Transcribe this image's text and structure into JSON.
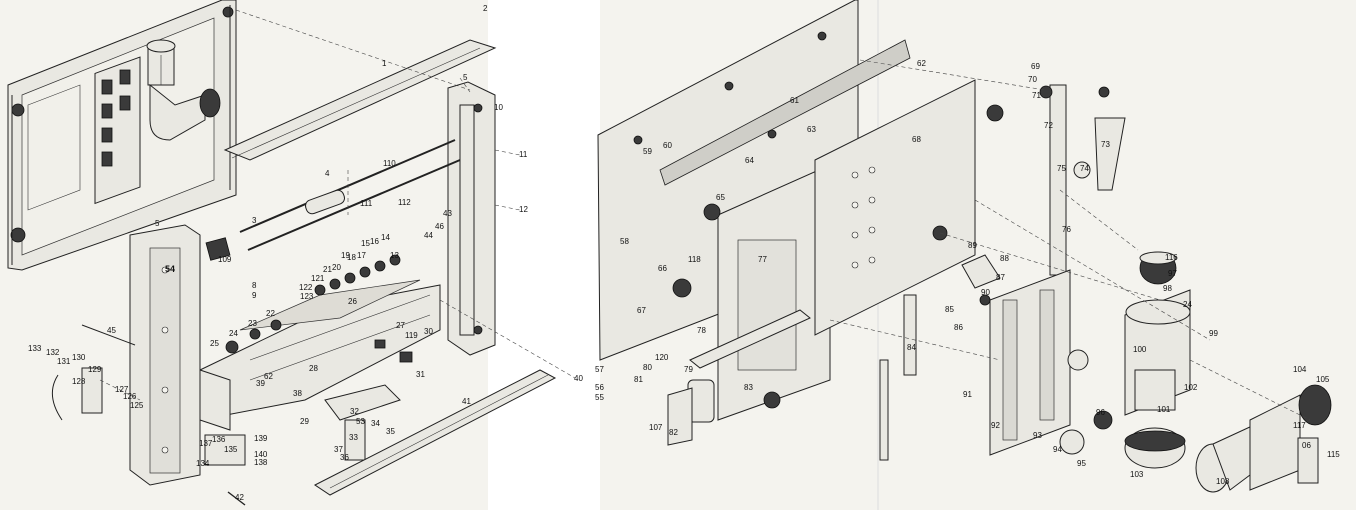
{
  "page": {
    "gutter_color": "#ffffff",
    "paper_color": "#f4f3ee",
    "ink_color": "#111111"
  },
  "left_panel": {
    "labels": {
      "l1": "1",
      "l2": "2",
      "l5a": "5",
      "l10": "10",
      "l11": "11",
      "l12": "12",
      "l110": "110",
      "l111": "111",
      "l112": "112",
      "l4": "4",
      "l5b": "5",
      "l54": "54",
      "l109": "109",
      "l3": "3",
      "l8": "8",
      "l9": "9",
      "l43": "43",
      "l46": "46",
      "l44": "44",
      "l13": "13",
      "l14": "14",
      "l15": "15",
      "l16": "16",
      "l17": "17",
      "l18": "18",
      "l19": "19",
      "l20": "20",
      "l21": "21",
      "l121": "121",
      "l122": "122",
      "l123": "123",
      "l26": "26",
      "l22": "22",
      "l23": "23",
      "l24": "24",
      "l25": "25",
      "l27": "27",
      "l119": "119",
      "l30": "30",
      "l31": "31",
      "l45": "45",
      "l133": "133",
      "l132": "132",
      "l131": "131",
      "l130": "130",
      "l129": "129",
      "l128": "128",
      "l127": "127",
      "l126": "126",
      "l125": "125",
      "l39": "39",
      "l62": "62",
      "l38": "38",
      "l28": "28",
      "l29": "29",
      "l137": "137",
      "l136": "136",
      "l135": "135",
      "l134": "134",
      "l139": "139",
      "l140": "140",
      "l138": "138",
      "l32": "32",
      "l53": "53",
      "l34": "34",
      "l35": "35",
      "l33": "33",
      "l37": "37",
      "l36": "36",
      "l41": "41",
      "l40": "40",
      "l42": "42"
    }
  },
  "right_panel": {
    "labels": {
      "r58": "58",
      "r59": "59",
      "r60": "60",
      "r61": "61",
      "r62": "62",
      "r63": "63",
      "r64": "64",
      "r65": "65",
      "r66": "66",
      "r67": "67",
      "r68": "68",
      "r69": "69",
      "r70": "70",
      "r71": "71",
      "r72": "72",
      "r73": "73",
      "r74": "74",
      "r75": "75",
      "r76": "76",
      "r77": "77",
      "r78": "78",
      "r79": "79",
      "r80": "80",
      "r81": "81",
      "r82": "82",
      "r83": "83",
      "r84": "84",
      "r85": "85",
      "r86": "86",
      "r87": "87",
      "r88": "88",
      "r89": "89",
      "r90": "90",
      "r91": "91",
      "r92": "92",
      "r93": "93",
      "r94": "94",
      "r95": "95",
      "r96": "96",
      "r97": "97",
      "r98": "98",
      "r99": "99",
      "r100": "100",
      "r101": "101",
      "r102": "102",
      "r103": "103",
      "r104": "104",
      "r105": "105",
      "r106": "06",
      "r107": "107",
      "r108": "108",
      "r115": "115",
      "r116": "116",
      "r117": "117",
      "r118": "118",
      "r120": "120",
      "r24": "24",
      "r55": "55",
      "r56": "56",
      "r57": "57"
    }
  }
}
